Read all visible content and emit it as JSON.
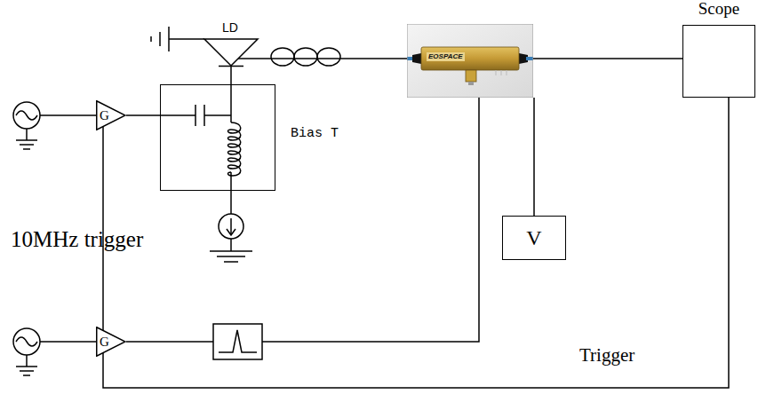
{
  "diagram": {
    "nodes": [
      {
        "text": [
          "LD"
        ]
      },
      {
        "text": [
          "EOSPACE"
        ]
      },
      {
        "text": [
          "Scope"
        ]
      },
      {
        "text": [
          "G"
        ]
      },
      {
        "text": [
          "Bias T"
        ]
      },
      {
        "text": [
          "V"
        ]
      },
      {
        "text": [
          "G"
        ]
      }
    ],
    "edges": [
      {
        "from": 0,
        "to": 1,
        "arrow": "none"
      },
      {
        "from": 1,
        "to": 2,
        "arrow": "none"
      },
      {
        "from": 3,
        "to": 4,
        "arrow": "none"
      },
      {
        "from": 4,
        "to": 0,
        "arrow": "none"
      },
      {
        "from": 5,
        "to": 1,
        "arrow": "none"
      },
      {
        "from": 3,
        "to": 6,
        "arrow": "none"
      },
      {
        "from": 6,
        "to": 2,
        "arrow": "none"
      }
    ],
    "labels": [
      "10MHz trigger",
      "Trigger"
    ]
  }
}
